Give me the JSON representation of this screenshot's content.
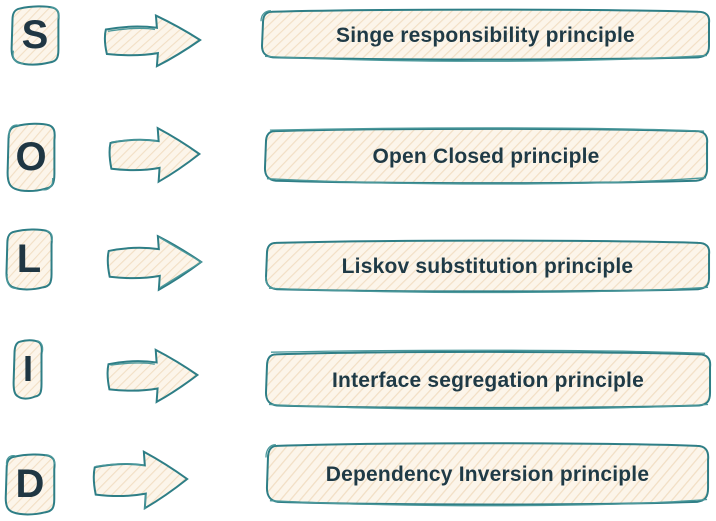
{
  "colors": {
    "outline_teal": "#2e7e86",
    "outline_light": "#4b989b",
    "fill_cream": "#fcf5ea",
    "hatch_peach": "#f2dfc5",
    "text_dark": "#1f3643",
    "background": "#ffffff"
  },
  "icons": {
    "arrow": "arrow-right-icon"
  },
  "rows": [
    {
      "letter": "S",
      "label": "Singe responsibility principle"
    },
    {
      "letter": "O",
      "label": "Open Closed principle"
    },
    {
      "letter": "L",
      "label": "Liskov substitution principle"
    },
    {
      "letter": "I",
      "label": "Interface segregation principle"
    },
    {
      "letter": "D",
      "label": "Dependency Inversion principle"
    }
  ]
}
